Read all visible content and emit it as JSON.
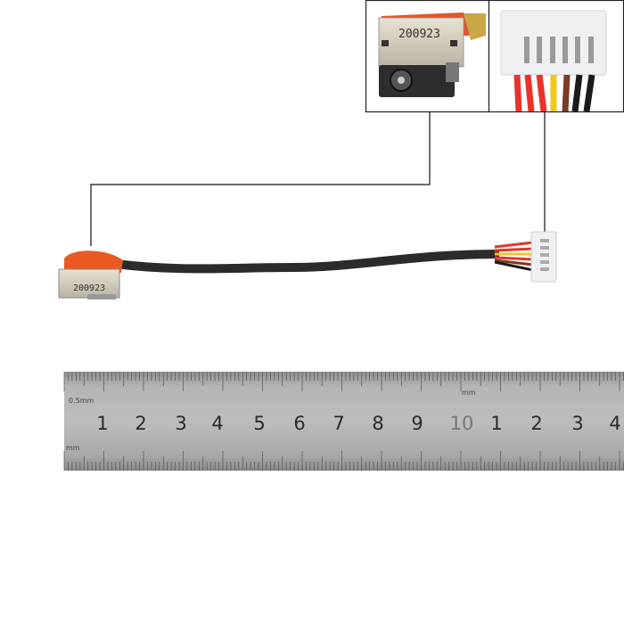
{
  "product": {
    "jack_stamp": "200923",
    "inset_jack_stamp": "200923"
  },
  "ruler": {
    "numbers": [
      "1",
      "2",
      "3",
      "4",
      "5",
      "6",
      "7",
      "8",
      "9",
      "10",
      "1",
      "2",
      "3",
      "4"
    ],
    "label_top": "0.5mm",
    "label_mid": "mm",
    "label_bottom": "mm"
  },
  "colors": {
    "background": "#ffffff",
    "cable": "#2b2b2b",
    "ruler": "#a9a9a9",
    "connector": "#eef0f2",
    "wire_red": "#e8322a",
    "wire_yellow": "#f2c81c",
    "wire_brown": "#7a3b22",
    "wire_black": "#1a1a1a"
  }
}
